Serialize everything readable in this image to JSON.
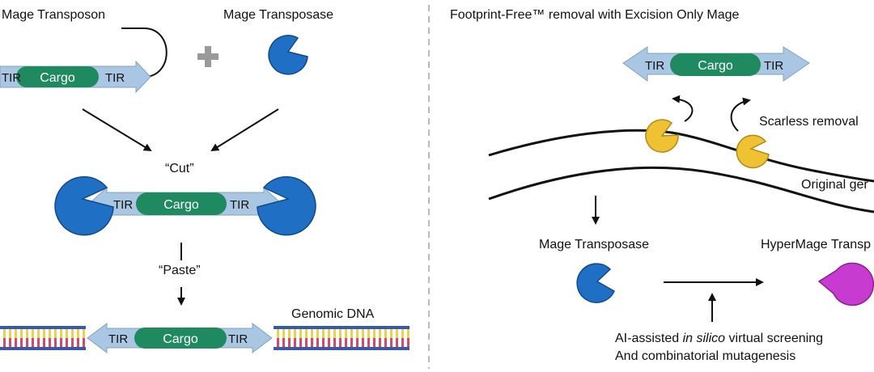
{
  "left_panel": {
    "transposon_label": "Mage Transposon",
    "transposase_label": "Mage Transposase",
    "cut_label": "“Cut”",
    "paste_label": "“Paste”",
    "genomic_label": "Genomic DNA",
    "tir": "TIR",
    "cargo": "Cargo",
    "plus_sign": "+"
  },
  "right_panel": {
    "title": "Footprint-Free™ removal with Excision Only Mage",
    "tir": "TIR",
    "cargo": "Cargo",
    "scarless_label": "Scarless removal",
    "original_genome_label": "Original ger",
    "mage_transposase_label": "Mage Transposase",
    "hypermage_label": "HyperMage Transp",
    "screening_line1_prefix": "AI-assisted ",
    "screening_line1_italic": "in silico",
    "screening_line1_suffix": " virtual screening",
    "screening_line2": "And combinatorial mutagenesis"
  },
  "colors": {
    "tir_arrow": "#a9c6e2",
    "tir_arrow_edge": "#7fa3c6",
    "cargo": "#1f8a60",
    "mage": "#1f6fc4",
    "mage_edge": "#114a8a",
    "excision_mage": "#efc234",
    "excision_mage_edge": "#b08b12",
    "hypermage": "#c73bd0",
    "hypermage_edge": "#8a1f8f",
    "divider": "#bbbbbb",
    "dna_rail": "#3558b0",
    "dna_rung_a": "#e8d34a",
    "dna_rung_b": "#d04a6a",
    "plus": "#999999"
  },
  "icons": [
    "transposase-pacman-icon",
    "plus-icon",
    "arrow-icon"
  ]
}
